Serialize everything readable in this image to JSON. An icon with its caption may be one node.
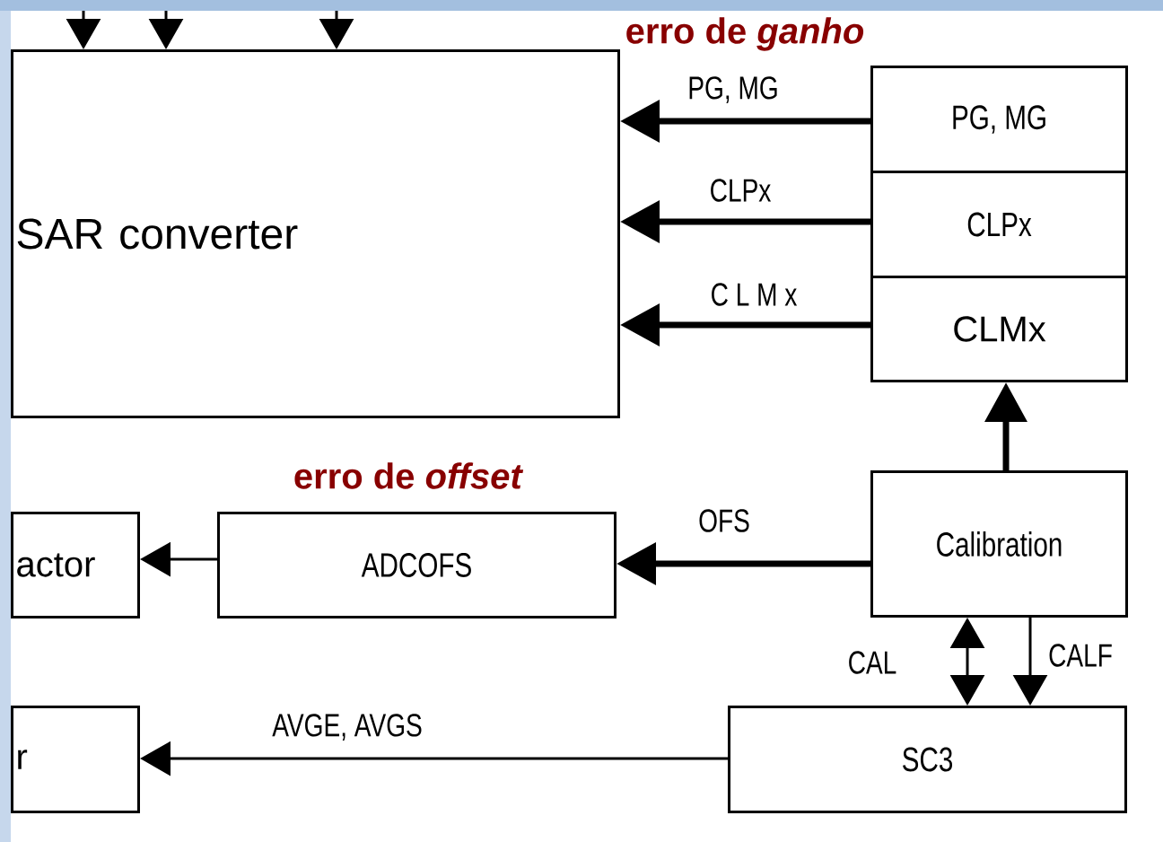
{
  "diagram": {
    "nodes": [
      {
        "text": [
          "SAR converter"
        ]
      },
      {
        "text": [
          "PG, MG"
        ]
      },
      {
        "text": [
          "CLPx"
        ]
      },
      {
        "text": [
          "CLMx"
        ]
      },
      {
        "text": [
          "Calibration"
        ]
      },
      {
        "text": [
          "actor"
        ]
      },
      {
        "text": [
          "ADCOFS"
        ]
      },
      {
        "text": [
          "r"
        ]
      },
      {
        "text": [
          "SC3"
        ]
      }
    ],
    "edges": [
      {
        "from": null,
        "to": 0,
        "arrow": "to"
      },
      {
        "from": null,
        "to": 0,
        "arrow": "to"
      },
      {
        "from": null,
        "to": 0,
        "arrow": "to"
      },
      {
        "from": 1,
        "to": 0,
        "arrow": "to",
        "label": "PG, MG",
        "style": "thick"
      },
      {
        "from": 2,
        "to": 0,
        "arrow": "to",
        "label": "CLPx",
        "style": "thick"
      },
      {
        "from": 3,
        "to": 0,
        "arrow": "to",
        "label": "C L M x",
        "style": "thick"
      },
      {
        "from": 4,
        "to": 3,
        "arrow": "to",
        "style": "thick"
      },
      {
        "from": 4,
        "to": 6,
        "arrow": "to",
        "label": "OFS",
        "style": "thick"
      },
      {
        "from": 6,
        "to": 5,
        "arrow": "to"
      },
      {
        "from": 4,
        "to": 8,
        "arrow": "both",
        "label": "CAL"
      },
      {
        "from": 4,
        "to": 8,
        "arrow": "to",
        "label": "CALF"
      },
      {
        "from": 8,
        "to": 7,
        "arrow": "to",
        "label": "AVGE, AVGS"
      }
    ],
    "labels": [
      "erro de *ganho*",
      "erro de *offset*"
    ]
  }
}
